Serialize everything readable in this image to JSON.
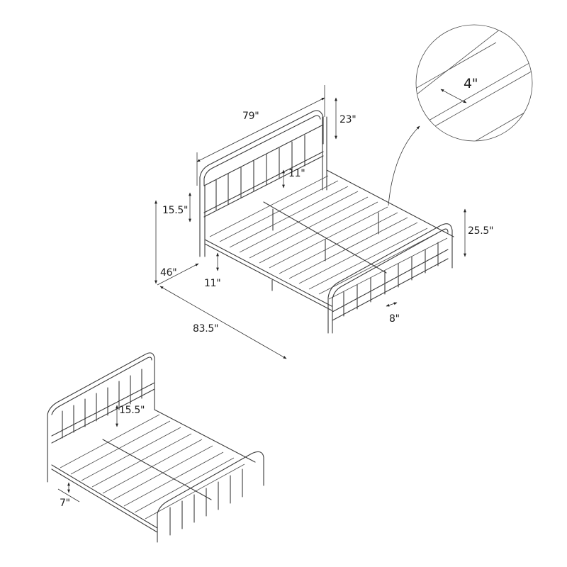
{
  "diagram": {
    "subject": "Metal bed frame dimensions",
    "line_color": "#3a3a3a",
    "background": "#ffffff"
  },
  "main_view": {
    "labels": {
      "headboard_width": "79\"",
      "headboard_top_height": "23\"",
      "headboard_to_rail": "11\"",
      "headboard_panel": "15.5\"",
      "frame_width": "46\"",
      "rail_clearance": "11\"",
      "frame_length": "83.5\"",
      "footboard_height": "25.5\"",
      "footboard_spacing": "8\""
    }
  },
  "detail_inset": {
    "label": "4\"",
    "description": "slat spacing detail"
  },
  "secondary_view": {
    "labels": {
      "headboard_panel": "15.5\"",
      "ground_clearance": "7\""
    }
  }
}
